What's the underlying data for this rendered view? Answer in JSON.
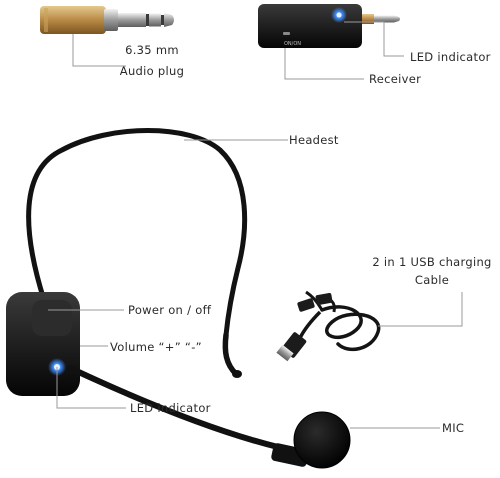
{
  "labels": {
    "plug_size": "6.35 mm",
    "plug_name": "Audio plug",
    "receiver_led": "LED indicator",
    "receiver": "Receiver",
    "receiver_switch": "ON/ON",
    "headset": "Headest",
    "usb_line1": "2 in 1 USB charging",
    "usb_line2": "Cable",
    "power": "Power on / off",
    "volume": "Volume  “+”  “-”",
    "mic_led": "LED indicator",
    "mic": "MIC"
  }
}
